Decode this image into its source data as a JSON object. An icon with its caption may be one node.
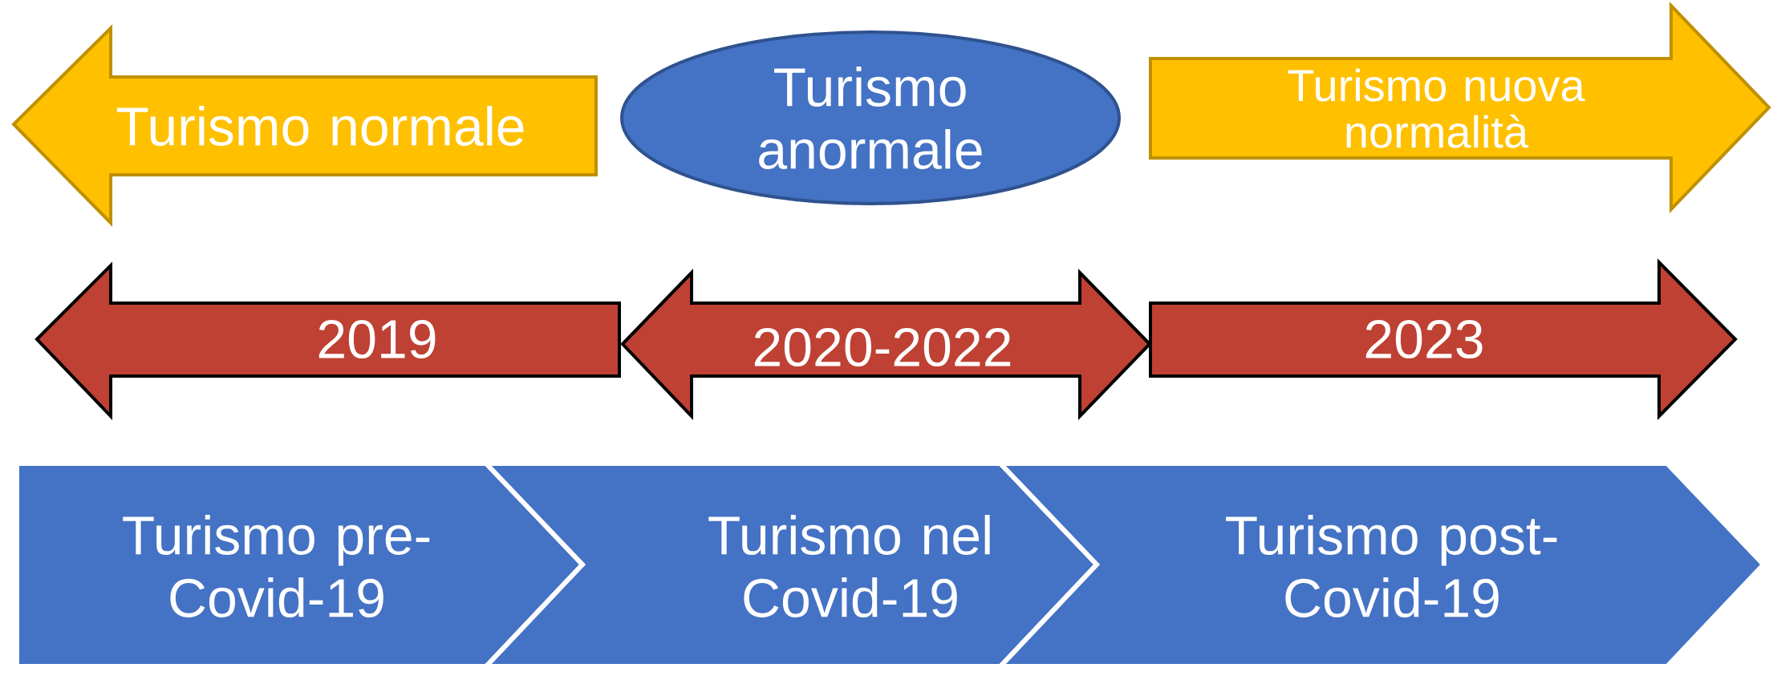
{
  "diagram": {
    "nodes": [
      {
        "text": [
          "Turismo normale"
        ]
      },
      {
        "text": [
          "Turismo anormale"
        ]
      },
      {
        "text": [
          "Turismo nuova normalità"
        ]
      },
      {
        "text": [
          "2019"
        ]
      },
      {
        "text": [
          "2020-2022"
        ]
      },
      {
        "text": [
          "2023"
        ]
      },
      {
        "text": [
          "Turismo pre-Covid-19"
        ]
      },
      {
        "text": [
          "Turismo nel Covid-19"
        ]
      },
      {
        "text": [
          "Turismo post-Covid-19"
        ]
      }
    ]
  }
}
